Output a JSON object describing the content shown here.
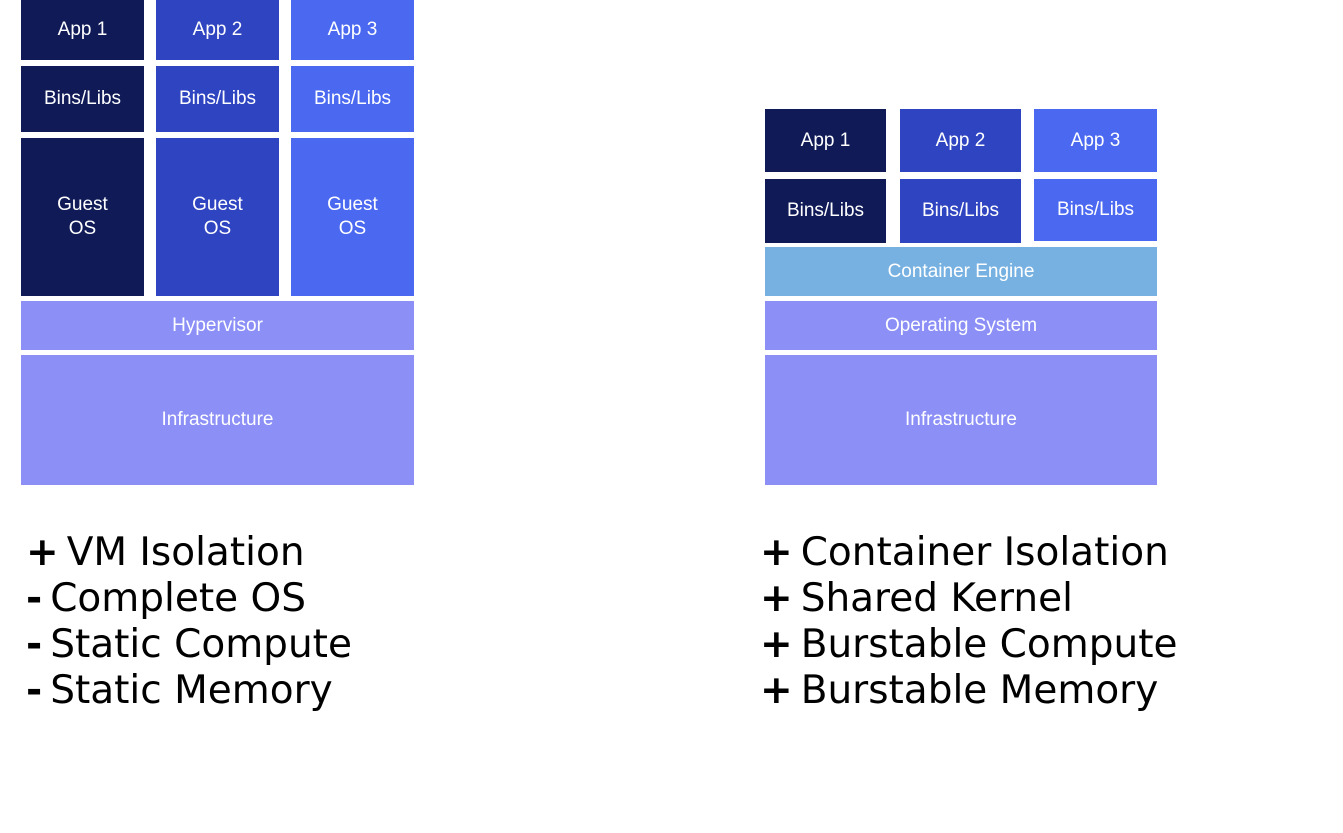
{
  "vm": {
    "apps": [
      "App 1",
      "App 2",
      "App 3"
    ],
    "bins": [
      "Bins/Libs",
      "Bins/Libs",
      "Bins/Libs"
    ],
    "guest_os": [
      "Guest\nOS",
      "Guest\nOS",
      "Guest\nOS"
    ],
    "hypervisor": "Hypervisor",
    "infrastructure": "Infrastructure",
    "points": [
      {
        "sign": "+",
        "text": "VM Isolation"
      },
      {
        "sign": "-",
        "text": "Complete OS"
      },
      {
        "sign": "-",
        "text": "Static Compute"
      },
      {
        "sign": "-",
        "text": "Static Memory"
      }
    ]
  },
  "container": {
    "apps": [
      "App 1",
      "App 2",
      "App 3"
    ],
    "bins": [
      "Bins/Libs",
      "Bins/Libs",
      "Bins/Libs"
    ],
    "engine": "Container Engine",
    "os": "Operating System",
    "infrastructure": "Infrastructure",
    "points": [
      {
        "sign": "+",
        "text": "Container Isolation"
      },
      {
        "sign": "+",
        "text": "Shared Kernel"
      },
      {
        "sign": "+",
        "text": "Burstable Compute"
      },
      {
        "sign": "+",
        "text": "Burstable Memory"
      }
    ]
  },
  "colors": {
    "column_1": "#0f1a57",
    "column_2": "#2f44c0",
    "column_3": "#4a68f0",
    "hypervisor_os_layer": "#8b8ff6",
    "container_engine": "#77b1e2",
    "infrastructure": "#8b8ff6"
  }
}
